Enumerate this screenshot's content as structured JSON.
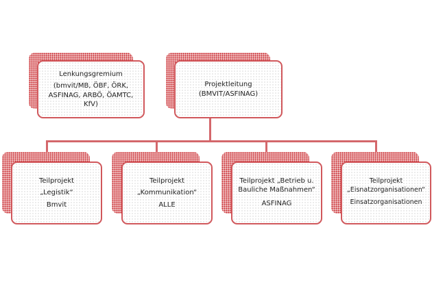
{
  "top": [
    {
      "title": "Lenkungsgremium",
      "sub": "(bmvit/MB, ÖBF, ÖRK, ASFINAG, ARBÖ, ÖAMTC, KfV)"
    },
    {
      "title": "Projektleitung",
      "sub": "(BMVIT/ASFINAG)"
    }
  ],
  "bottom": [
    {
      "line1": "Teilprojekt",
      "line2": "„Legistik“",
      "line3": "Bmvit"
    },
    {
      "line1": "Teilprojekt",
      "line2": "„Kommunikation“",
      "line3": "ALLE"
    },
    {
      "line1": "Teilprojekt „Betrieb u.",
      "line2": "Bauliche Maßnahmen“",
      "line3": "ASFINAG"
    },
    {
      "line1": "Teilprojekt",
      "line2": "„Eisnatzorganisationen“",
      "line3": "Einsatzorganisationen"
    }
  ],
  "colors": {
    "accent": "#c8262c",
    "border": "#d0575b"
  }
}
